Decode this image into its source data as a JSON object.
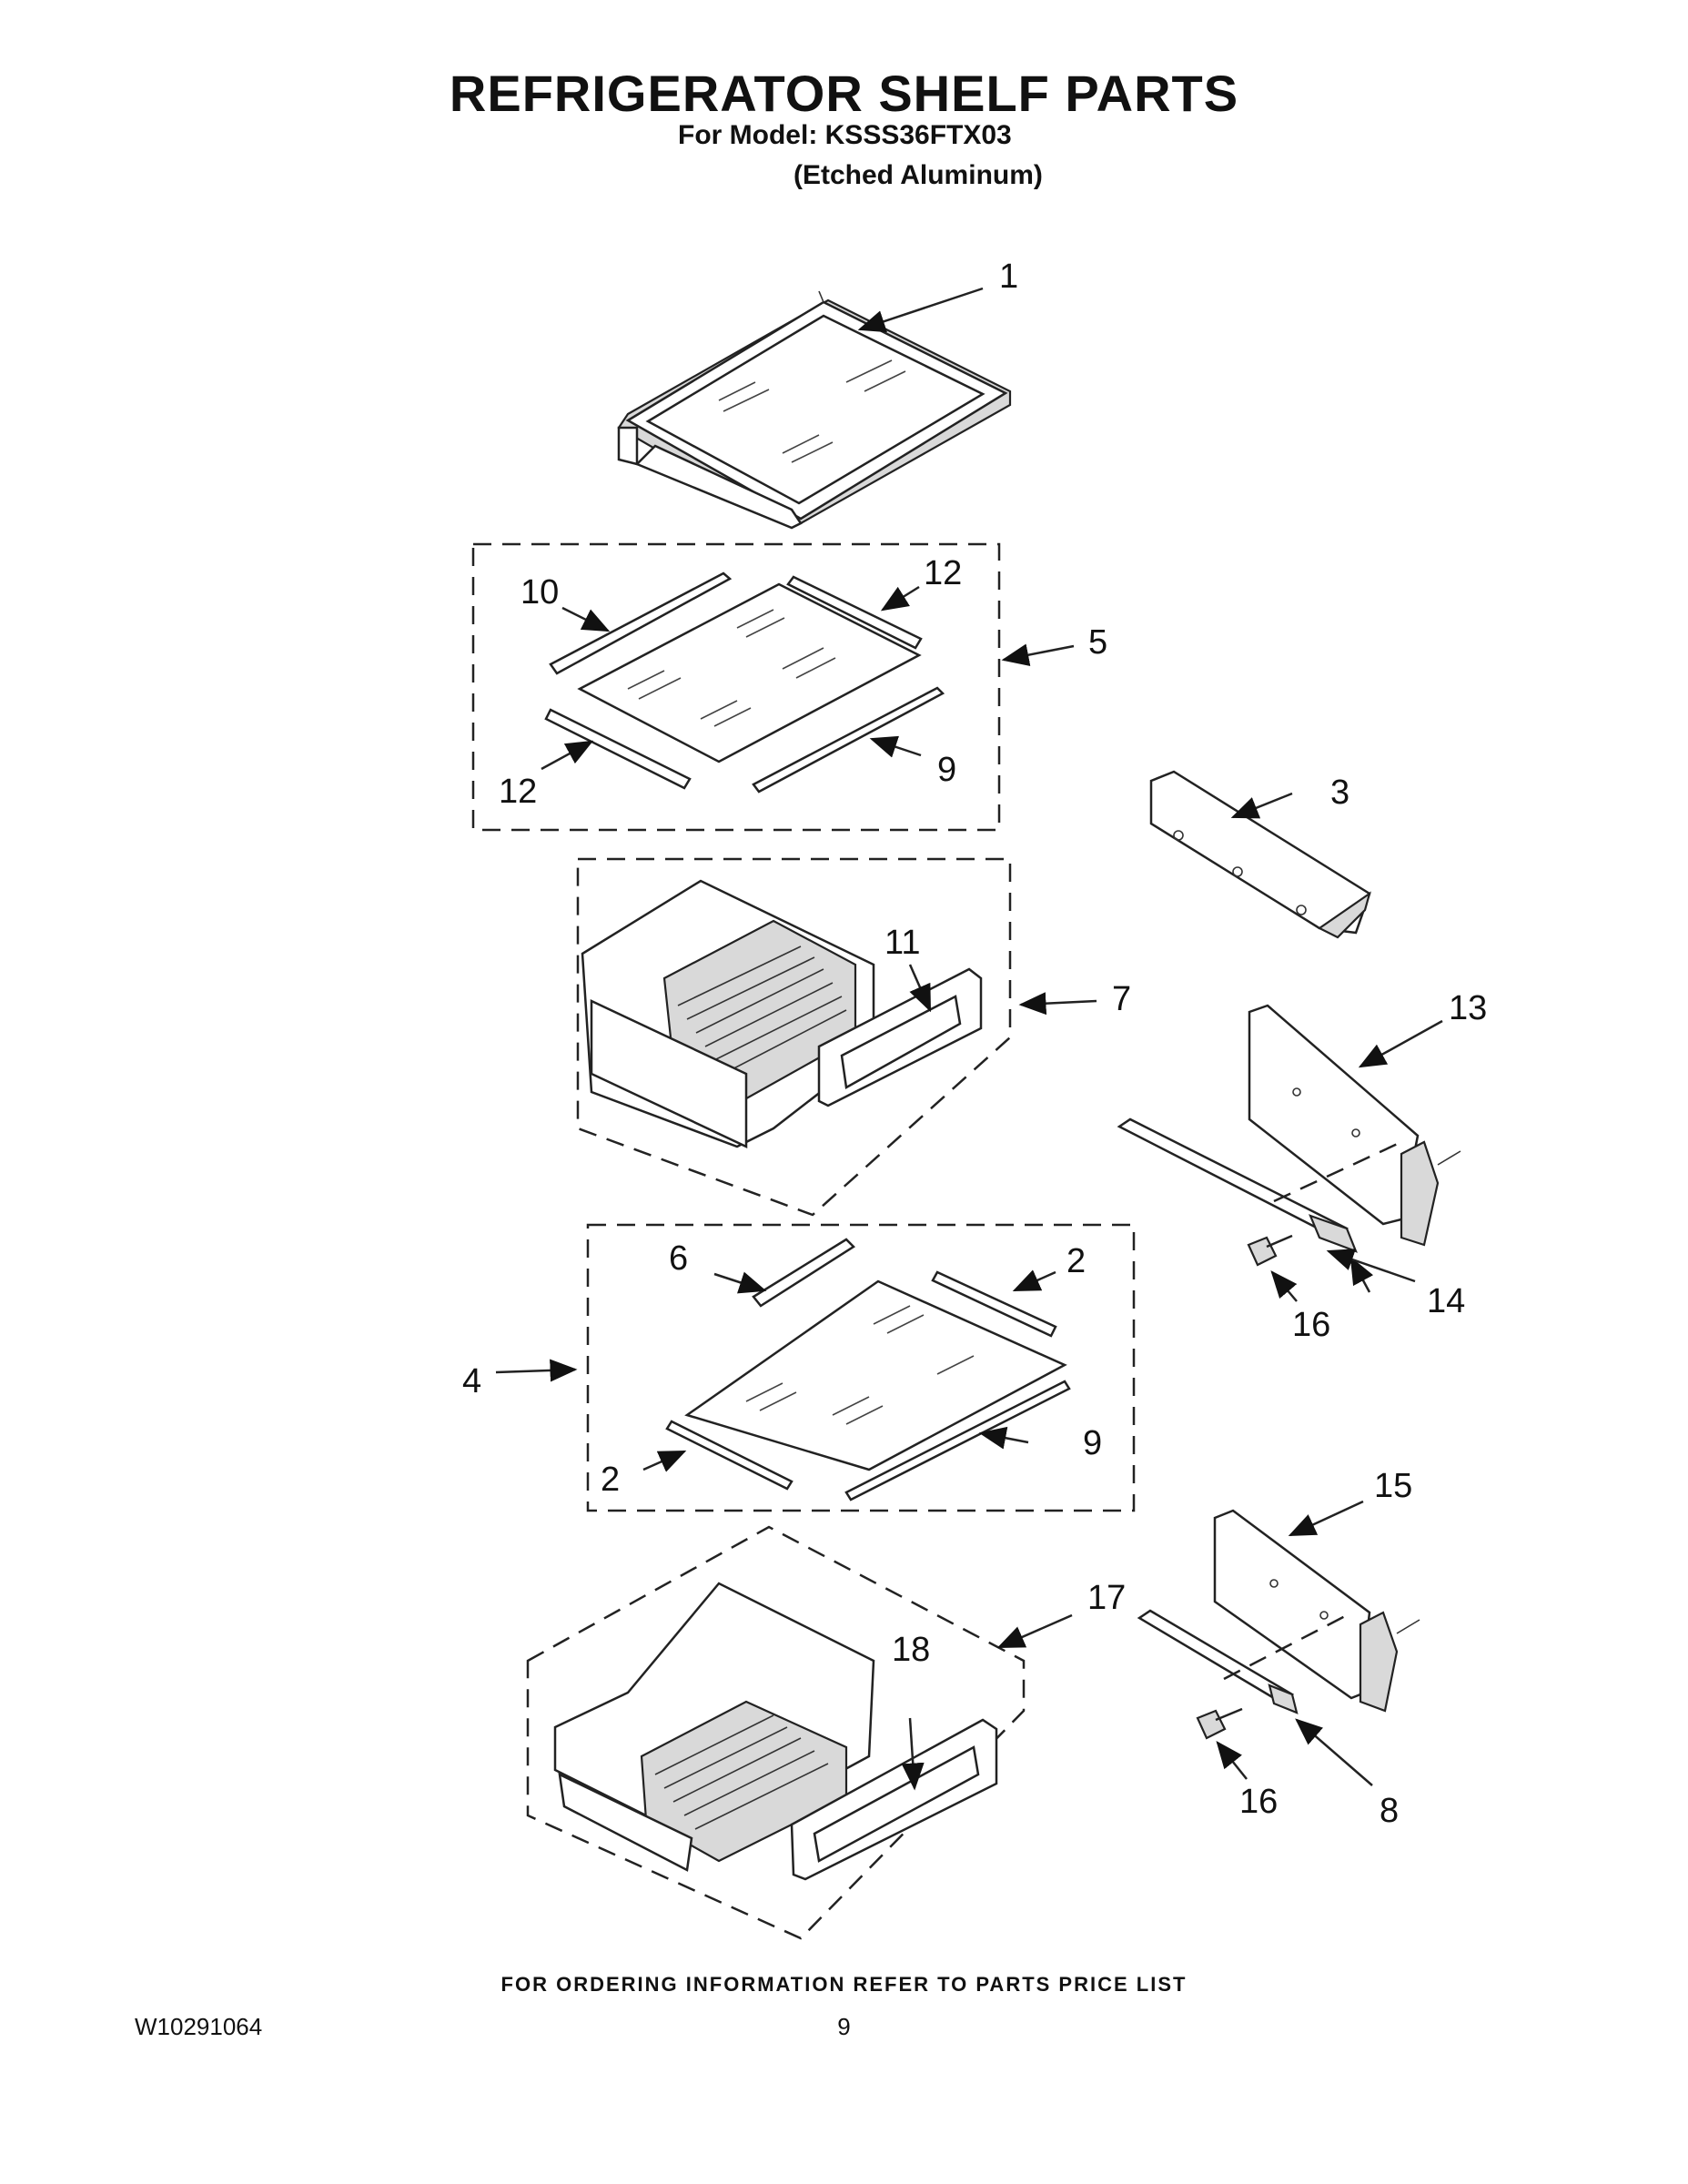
{
  "header": {
    "title": "REFRIGERATOR SHELF PARTS",
    "model_line": "For Model: KSSS36FTX03",
    "finish_line": "(Etched Aluminum)"
  },
  "callouts": {
    "c1": "1",
    "c2a": "2",
    "c2b": "2",
    "c3": "3",
    "c4": "4",
    "c5": "5",
    "c6": "6",
    "c7": "7",
    "c8": "8",
    "c9a": "9",
    "c9b": "9",
    "c10": "10",
    "c11": "11",
    "c12a": "12",
    "c12b": "12",
    "c13": "13",
    "c14": "14",
    "c15": "15",
    "c16a": "16",
    "c16b": "16",
    "c17": "17",
    "c18": "18"
  },
  "footer": {
    "ordering_note": "FOR ORDERING INFORMATION REFER TO PARTS PRICE LIST",
    "doc_number": "W10291064",
    "page_number": "9"
  }
}
